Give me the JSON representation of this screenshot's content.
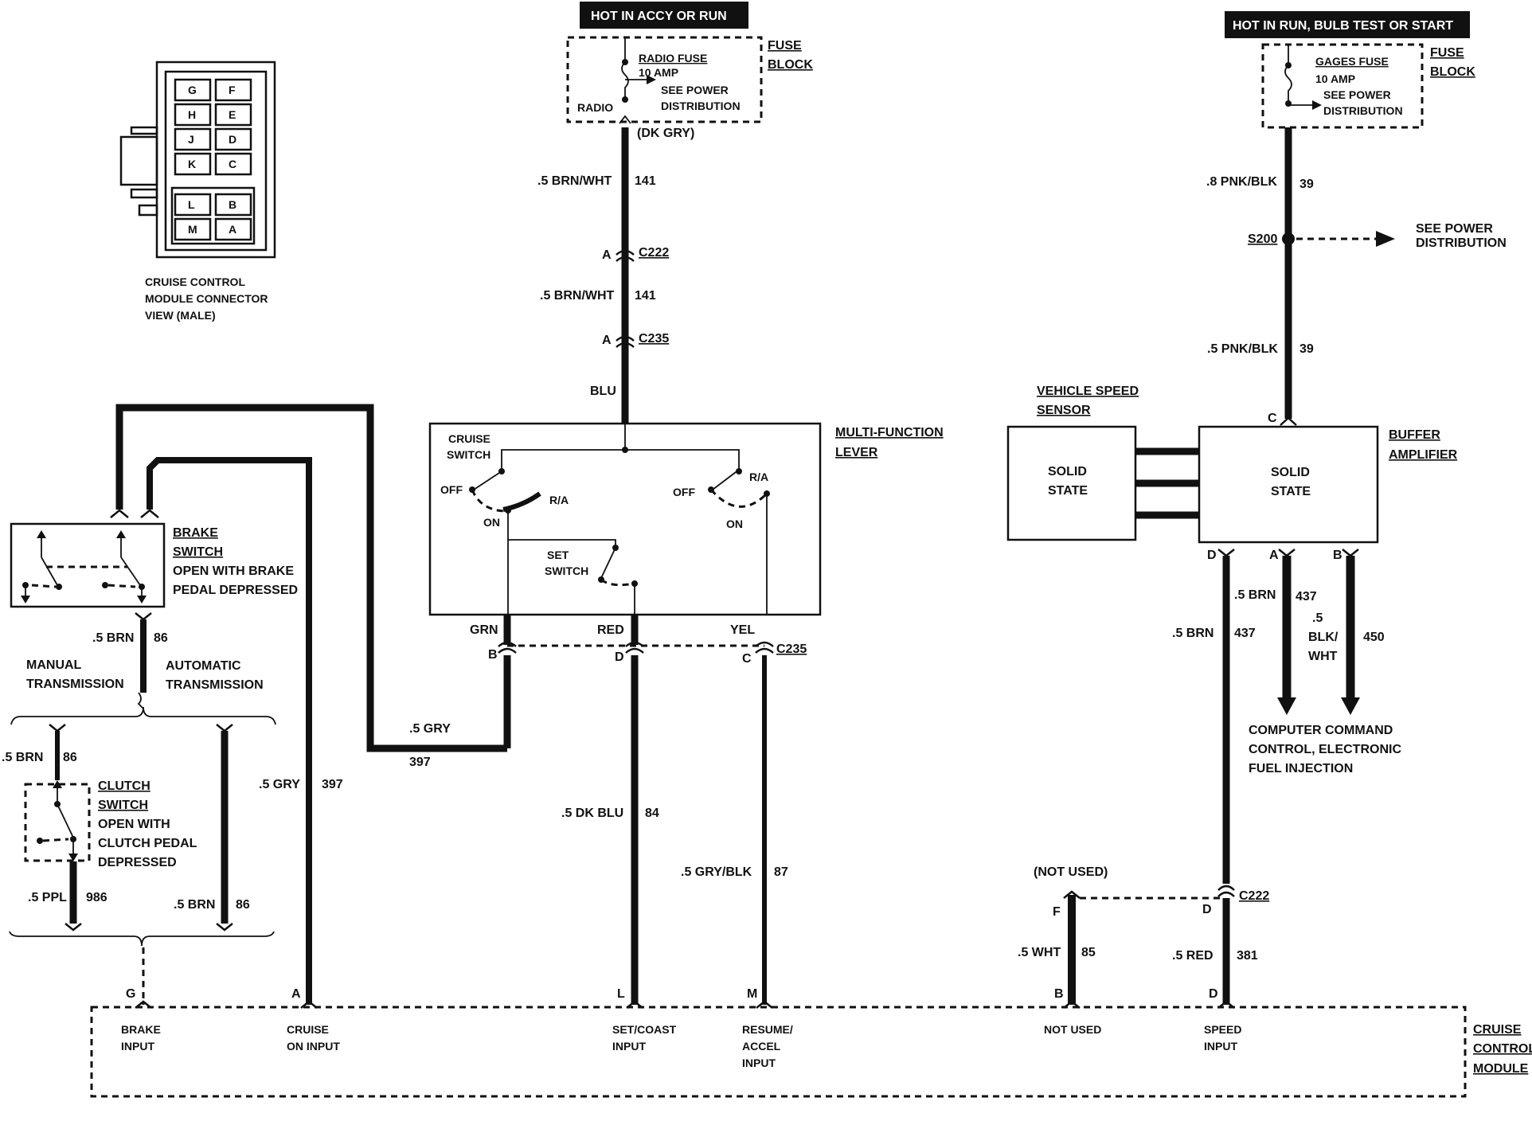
{
  "hot_labels": {
    "accy_run": "HOT IN ACCY OR RUN",
    "run_bulb_start": "HOT IN RUN, BULB TEST OR START"
  },
  "fuse_block_label": [
    "FUSE",
    "BLOCK"
  ],
  "radio_fuse": {
    "name": "RADIO FUSE",
    "rating": "10 AMP",
    "see": [
      "SEE POWER",
      "DISTRIBUTION"
    ],
    "tag": "RADIO",
    "wire_color": "(DK GRY)"
  },
  "gages_fuse": {
    "name": "GAGES FUSE",
    "rating": "10 AMP",
    "see": [
      "SEE POWER",
      "DISTRIBUTION"
    ]
  },
  "connector_view": {
    "pins_left": [
      "G",
      "H",
      "J",
      "K",
      "L",
      "M"
    ],
    "pins_right": [
      "F",
      "E",
      "D",
      "C",
      "B",
      "A"
    ],
    "caption": [
      "CRUISE CONTROL",
      "MODULE CONNECTOR",
      "VIEW (MALE)"
    ]
  },
  "left_circuit": {
    "wire1_size": ".5 BRN/WHT",
    "wire1_circuit": "141",
    "c222": "C222",
    "c222_pin": "A",
    "wire2_size": ".5 BRN/WHT",
    "wire2_circuit": "141",
    "c235": "C235",
    "c235_pin": "A",
    "blu": "BLU"
  },
  "multifunction_lever": {
    "title": [
      "MULTI-FUNCTION",
      "LEVER"
    ],
    "cruise_switch": [
      "CRUISE",
      "SWITCH"
    ],
    "off_left": "OFF",
    "ra_left": "R/A",
    "on_left": "ON",
    "off_right": "OFF",
    "ra_right": "R/A",
    "on_right": "ON",
    "set_switch": [
      "SET",
      "SWITCH"
    ],
    "grn": "GRN",
    "red": "RED",
    "yel": "YEL",
    "pin_b": "B",
    "pin_d": "D",
    "pin_c": "C",
    "c235": "C235"
  },
  "brake_switch": {
    "title": [
      "BRAKE",
      "SWITCH"
    ],
    "desc": [
      "OPEN WITH BRAKE",
      "PEDAL DEPRESSED"
    ],
    "wire_size": ".5 BRN",
    "wire_circuit": "86"
  },
  "transmission": {
    "manual": [
      "MANUAL",
      "TRANSMISSION"
    ],
    "automatic": [
      "AUTOMATIC",
      "TRANSMISSION"
    ]
  },
  "clutch_switch": {
    "title": [
      "CLUTCH",
      "SWITCH"
    ],
    "desc": [
      "OPEN WITH",
      "CLUTCH PEDAL",
      "DEPRESSED"
    ],
    "top_wire_size": ".5 BRN",
    "top_wire_circuit": "86",
    "bottom_wire_size": ".5 PPL",
    "bottom_wire_circuit": "986",
    "auto_wire_size": ".5 BRN",
    "auto_wire_circuit": "86"
  },
  "gry_wire": {
    "size_a": ".5 GRY",
    "circuit_a": "397",
    "size_b": ".5 GRY",
    "circuit_b": "397"
  },
  "set_coast_wire": {
    "size": ".5 DK BLU",
    "circuit": "84"
  },
  "resume_wire": {
    "size": ".5 GRY/BLK",
    "circuit": "87"
  },
  "right_circuit": {
    "wire1_size": ".8 PNK/BLK",
    "wire1_circuit": "39",
    "splice": "S200",
    "see": [
      "SEE POWER",
      "DISTRIBUTION"
    ],
    "wire2_size": ".5 PNK/BLK",
    "wire2_circuit": "39",
    "pin_c": "C"
  },
  "vehicle_speed_sensor": {
    "title": [
      "VEHICLE SPEED",
      "SENSOR"
    ],
    "body": [
      "SOLID",
      "STATE"
    ]
  },
  "buffer_amplifier": {
    "title": [
      "BUFFER",
      "AMPLIFIER"
    ],
    "body": [
      "SOLID",
      "STATE"
    ],
    "pin_d": "D",
    "pin_a": "A",
    "pin_b": "B",
    "wire_a_size": ".5 BRN",
    "wire_a_circuit": "437",
    "wire_b_size": [
      ".5",
      "BLK/",
      "WHT"
    ],
    "wire_b_circuit": "450",
    "wire_d_size": ".5 BRN",
    "wire_d_circuit": "437",
    "ecm_text": [
      "COMPUTER COMMAND",
      "CONTROL, ELECTRONIC",
      "FUEL INJECTION"
    ]
  },
  "lower_right": {
    "not_used": "(NOT USED)",
    "pin_f": "F",
    "pin_d": "D",
    "c222": "C222",
    "wht_size": ".5 WHT",
    "wht_circuit": "85",
    "red_size": ".5 RED",
    "red_circuit": "381"
  },
  "cruise_module": {
    "title": [
      "CRUISE",
      "CONTROL",
      "MODULE"
    ],
    "pins": [
      {
        "pin": "G",
        "label": [
          "BRAKE",
          "INPUT"
        ]
      },
      {
        "pin": "A",
        "label": [
          "CRUISE",
          "ON INPUT"
        ]
      },
      {
        "pin": "L",
        "label": [
          "SET/COAST",
          "INPUT"
        ]
      },
      {
        "pin": "M",
        "label": [
          "RESUME/",
          "ACCEL",
          "INPUT"
        ]
      },
      {
        "pin": "B",
        "label": [
          "NOT USED"
        ]
      },
      {
        "pin": "D",
        "label": [
          "SPEED",
          "INPUT"
        ]
      }
    ]
  }
}
